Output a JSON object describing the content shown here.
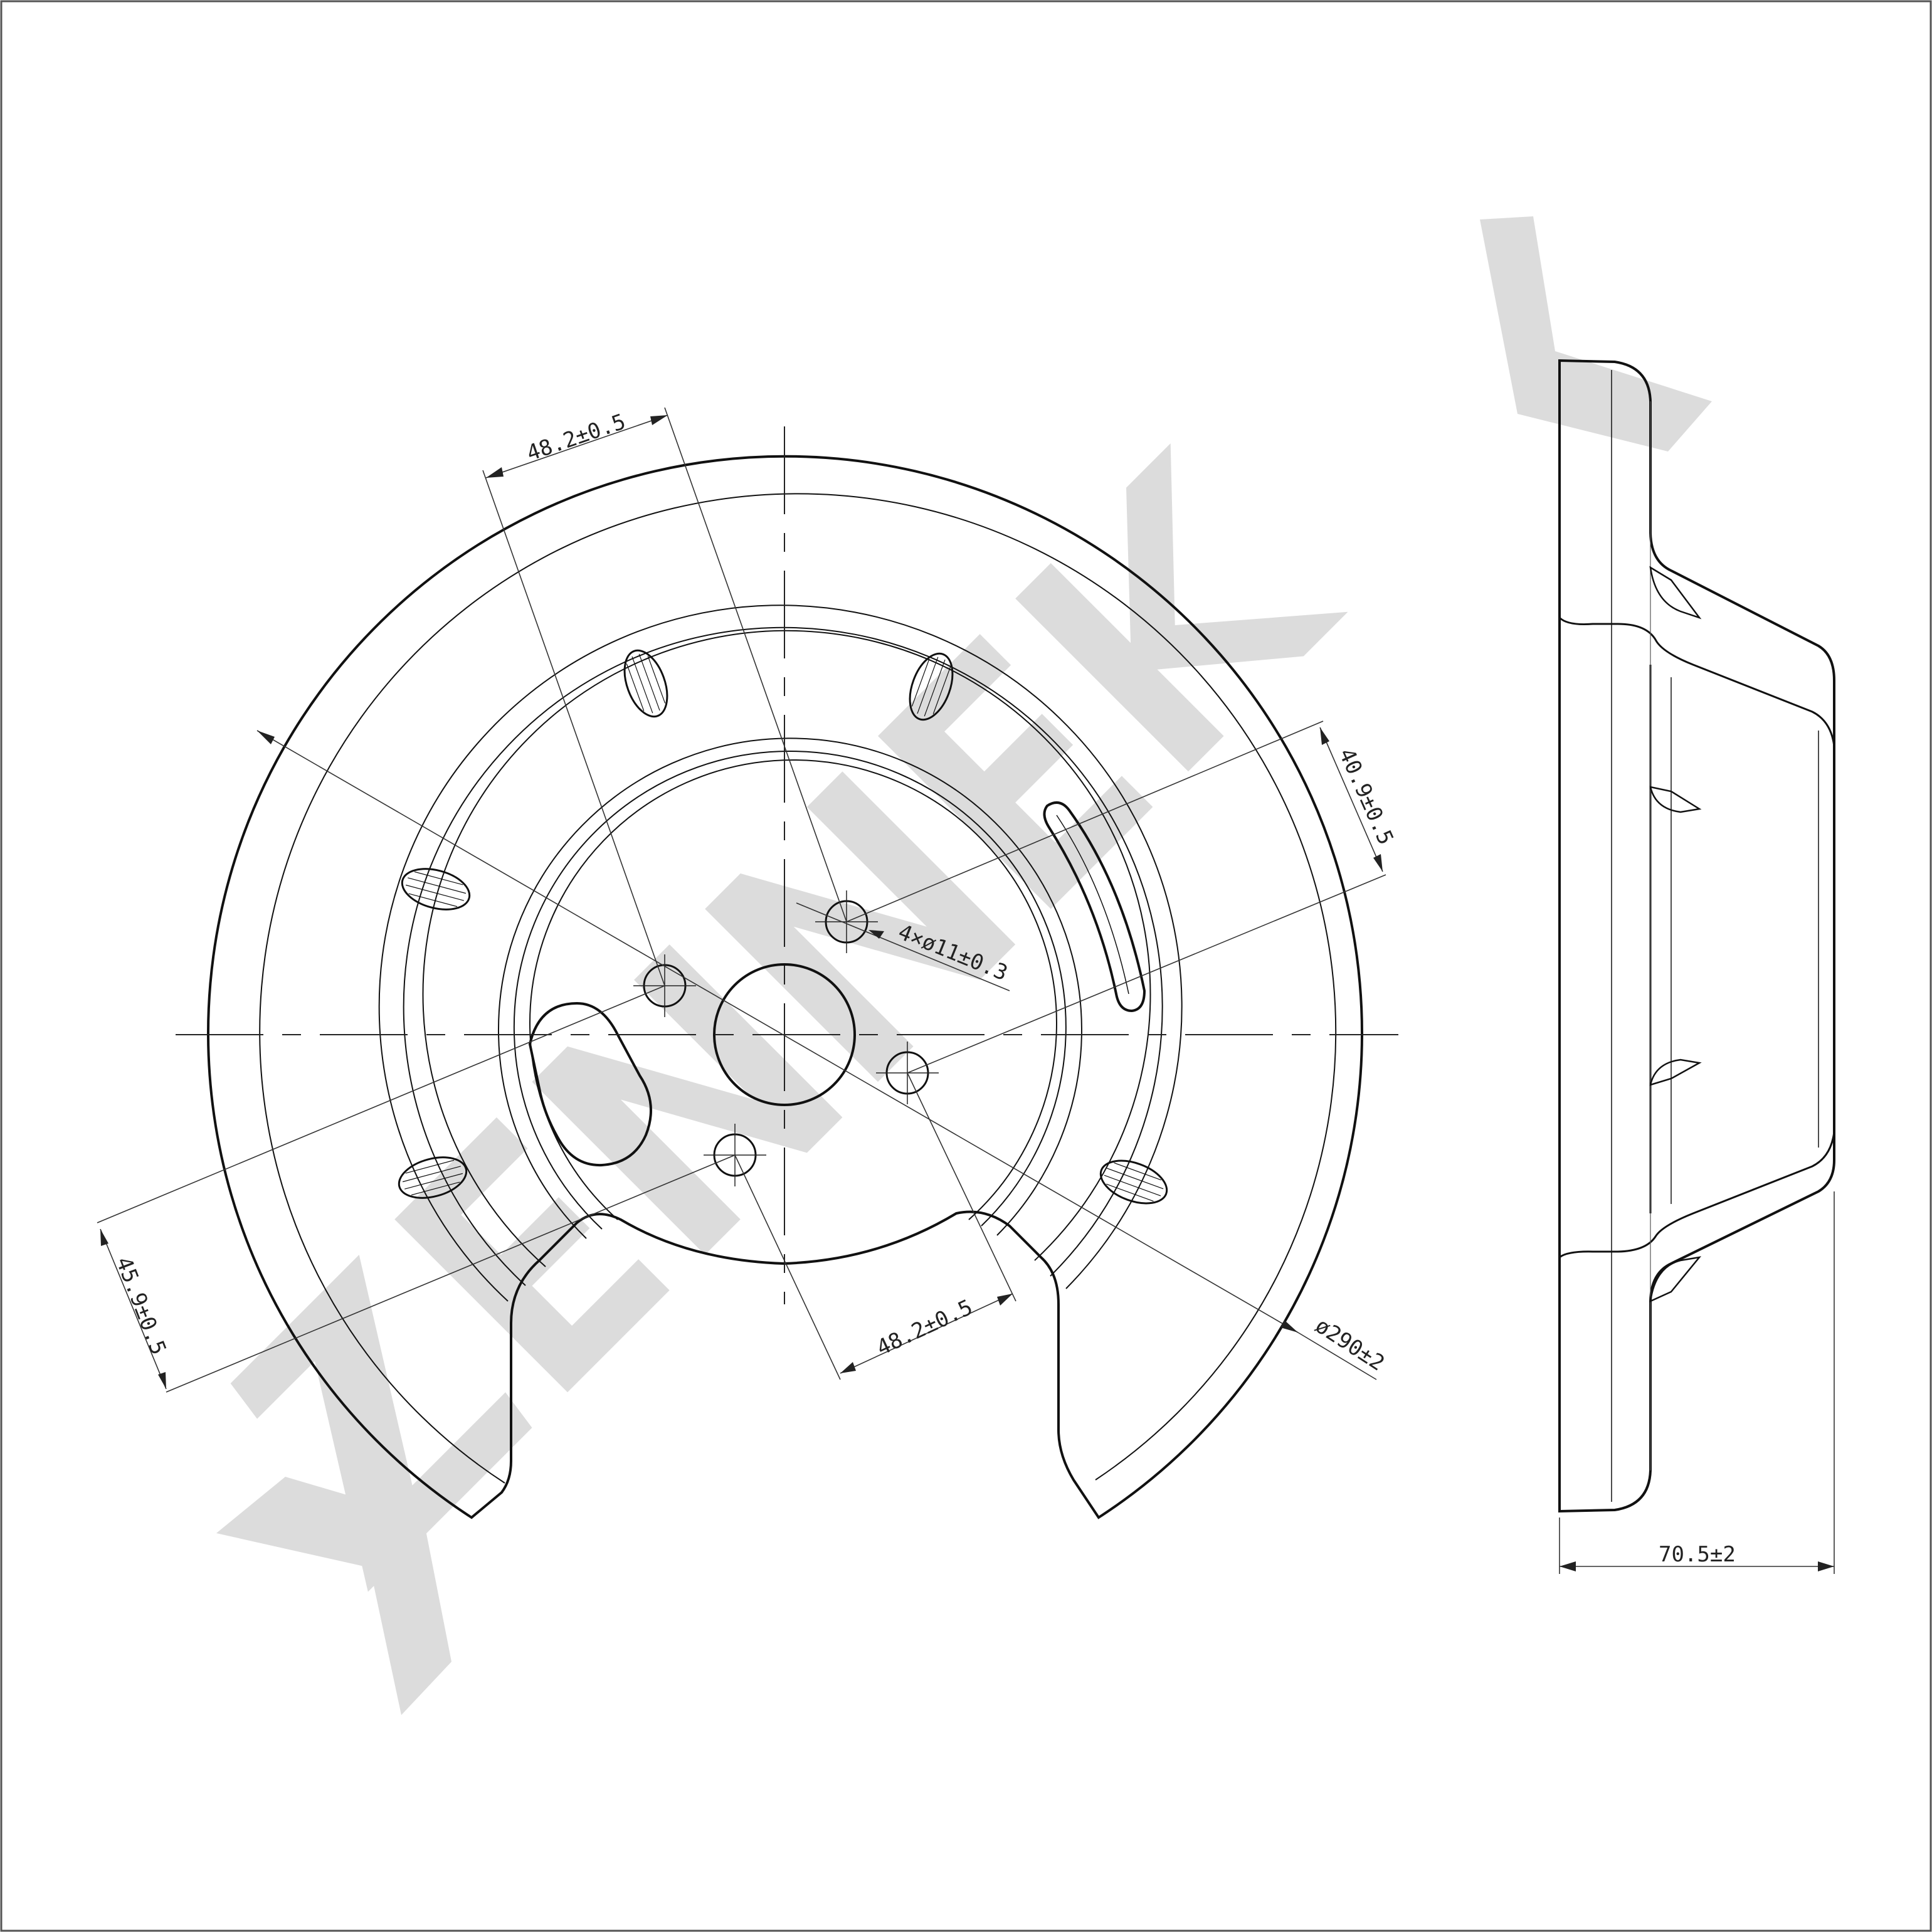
{
  "watermark": {
    "text": "ZENNEK",
    "color": "#dcdcdc"
  },
  "colors": {
    "line": "#111111",
    "thin": "#333333",
    "paper": "#ffffff"
  },
  "dimensions": {
    "top_spacing": "48.2±0.5",
    "bottom_spacing": "48.2±0.5",
    "right_offset": "40.9±0.5",
    "left_offset": "45.9±0.5",
    "holes": "4×ø11±0.3",
    "outer_diameter": "ø290±2",
    "depth": "70.5±2"
  }
}
